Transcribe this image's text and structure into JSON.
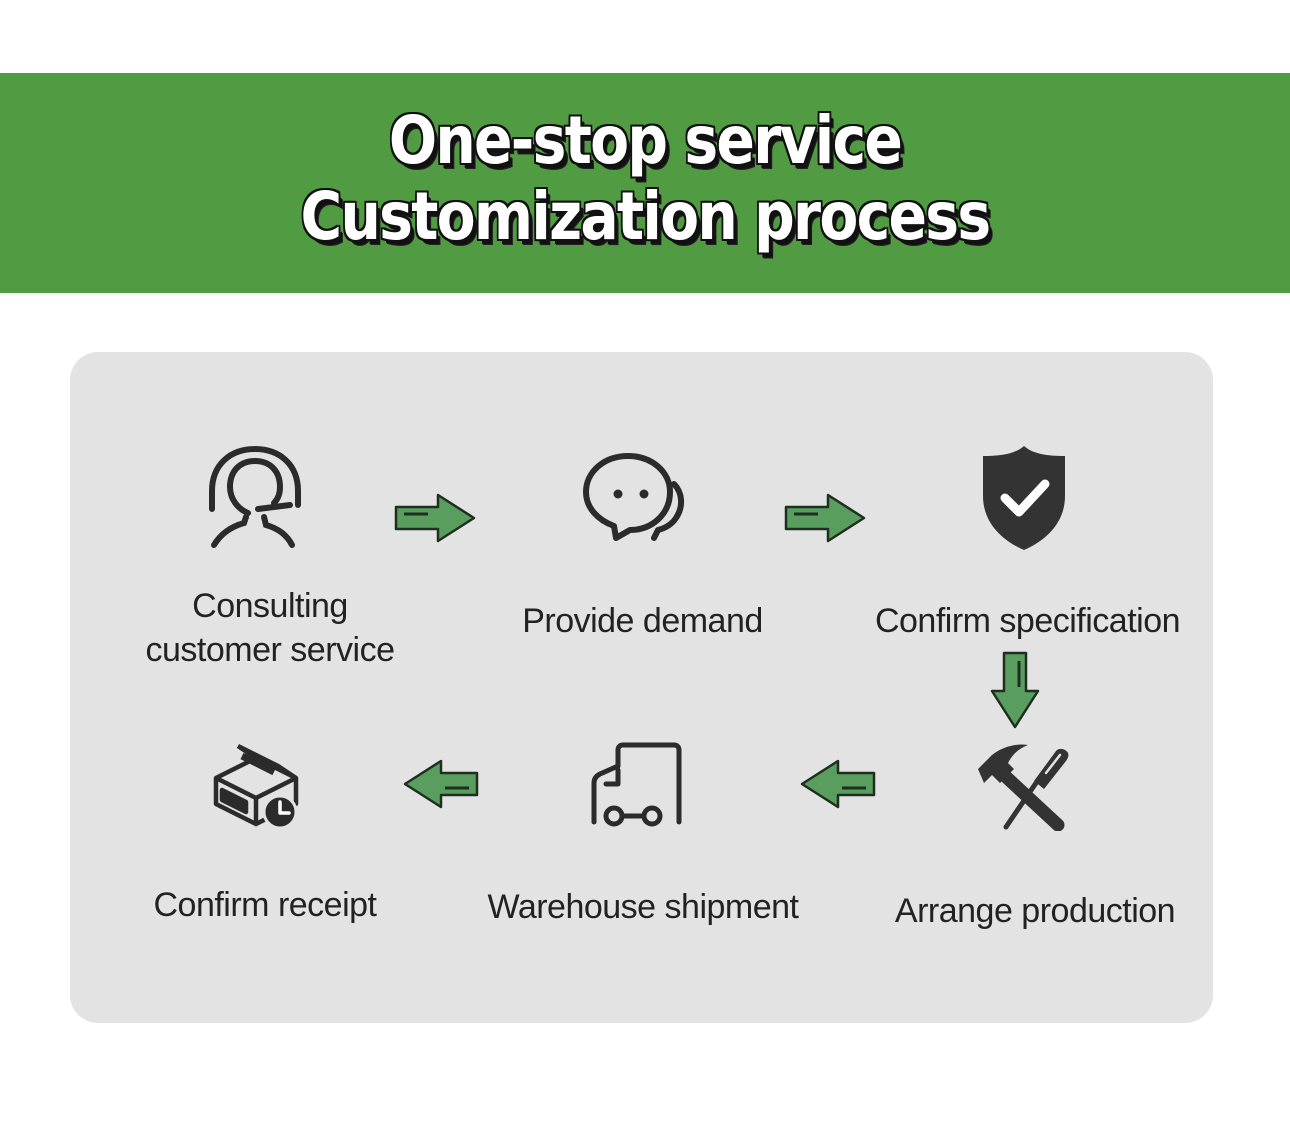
{
  "header": {
    "title_line1": "One-stop service",
    "title_line2": "Customization process",
    "background_color": "#519b43"
  },
  "process": {
    "arrow_color": "#5a9e5f",
    "steps": [
      {
        "label_line1": "Consulting",
        "label_line2": "customer service",
        "icon": "headset-support-icon"
      },
      {
        "label": "Provide demand",
        "icon": "chat-bubbles-icon"
      },
      {
        "label": "Confirm specification",
        "icon": "shield-check-icon"
      },
      {
        "label": "Arrange production",
        "icon": "hammer-screwdriver-icon"
      },
      {
        "label": "Warehouse shipment",
        "icon": "delivery-truck-icon"
      },
      {
        "label": "Confirm receipt",
        "icon": "package-clock-icon"
      }
    ],
    "arrows": [
      "right",
      "right",
      "down",
      "left",
      "left"
    ]
  }
}
